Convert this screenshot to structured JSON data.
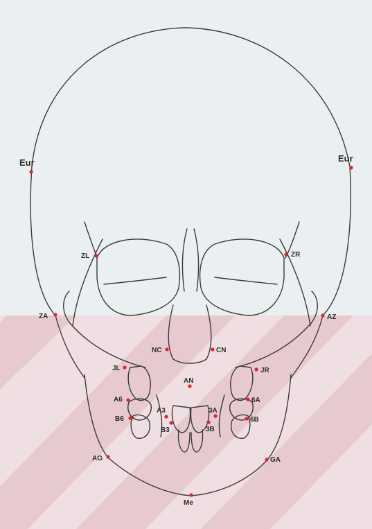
{
  "diagram": {
    "colors": {
      "background": "#eaeff1",
      "band": "#f0dfe2",
      "stripe": "#e4c3c9",
      "outline": "#3a3a3a",
      "landmark": "#d8262c",
      "label": "#2b2b2b"
    },
    "landmarks": {
      "eur_left": "Eur",
      "eur_right": "Eur",
      "zl": "ZL",
      "zr": "ZR",
      "za": "ZA",
      "az": "AZ",
      "nc": "NC",
      "cn": "CN",
      "jl": "JL",
      "jr": "JR",
      "an": "AN",
      "a6": "A6",
      "six_a": "6A",
      "b6": "B6",
      "six_b": "6B",
      "a3": "A3",
      "three_a": "3A",
      "b3": "B3",
      "three_b": "3B",
      "ag": "AG",
      "ga": "GA",
      "me": "Me"
    }
  }
}
